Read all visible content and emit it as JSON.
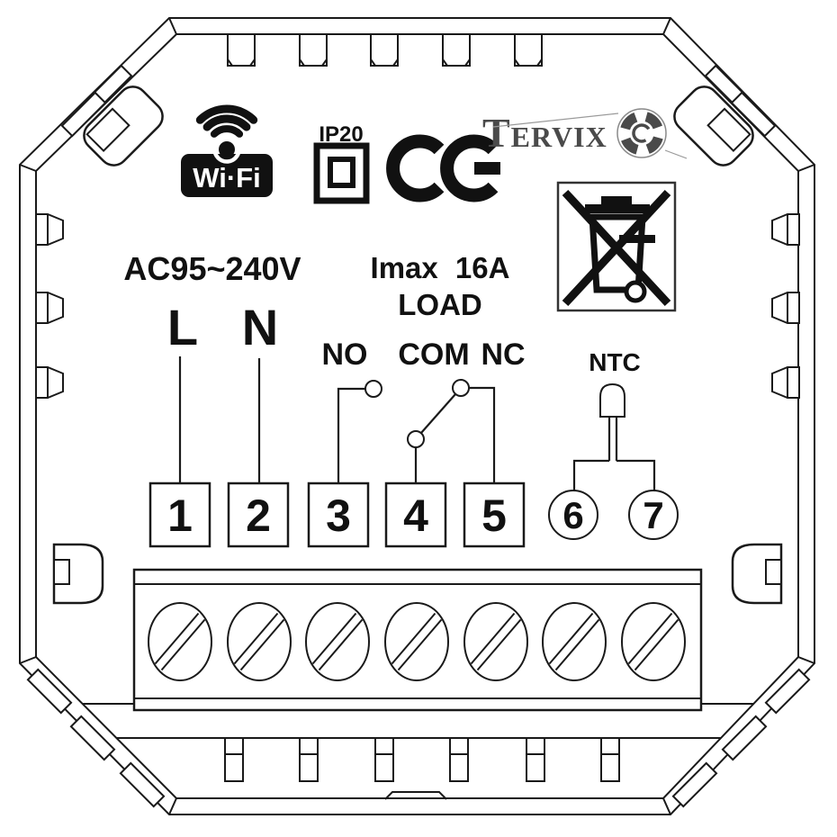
{
  "colors": {
    "line": "#1a1a1a",
    "ink": "#111111",
    "brand_gray": "#4a4a4a",
    "background": "#ffffff"
  },
  "badges": {
    "wifi_label": "Wi·Fi",
    "ip_rating": "IP20",
    "ce_mark": "CE",
    "brand": "Tervix",
    "weee_icon": "crossed-out-wheeled-bin",
    "wifi_icon": "wifi-waves",
    "brand_icon": "gear-ring"
  },
  "ratings": {
    "power": "AC95~240V",
    "imax": "Imax 16A",
    "load": "LOAD"
  },
  "wiring": {
    "line": "L",
    "neutral": "N",
    "no": "NO",
    "com": "COM",
    "nc": "NC",
    "ntc": "NTC",
    "terminals": [
      "1",
      "2",
      "3",
      "4",
      "5",
      "6",
      "7"
    ]
  }
}
